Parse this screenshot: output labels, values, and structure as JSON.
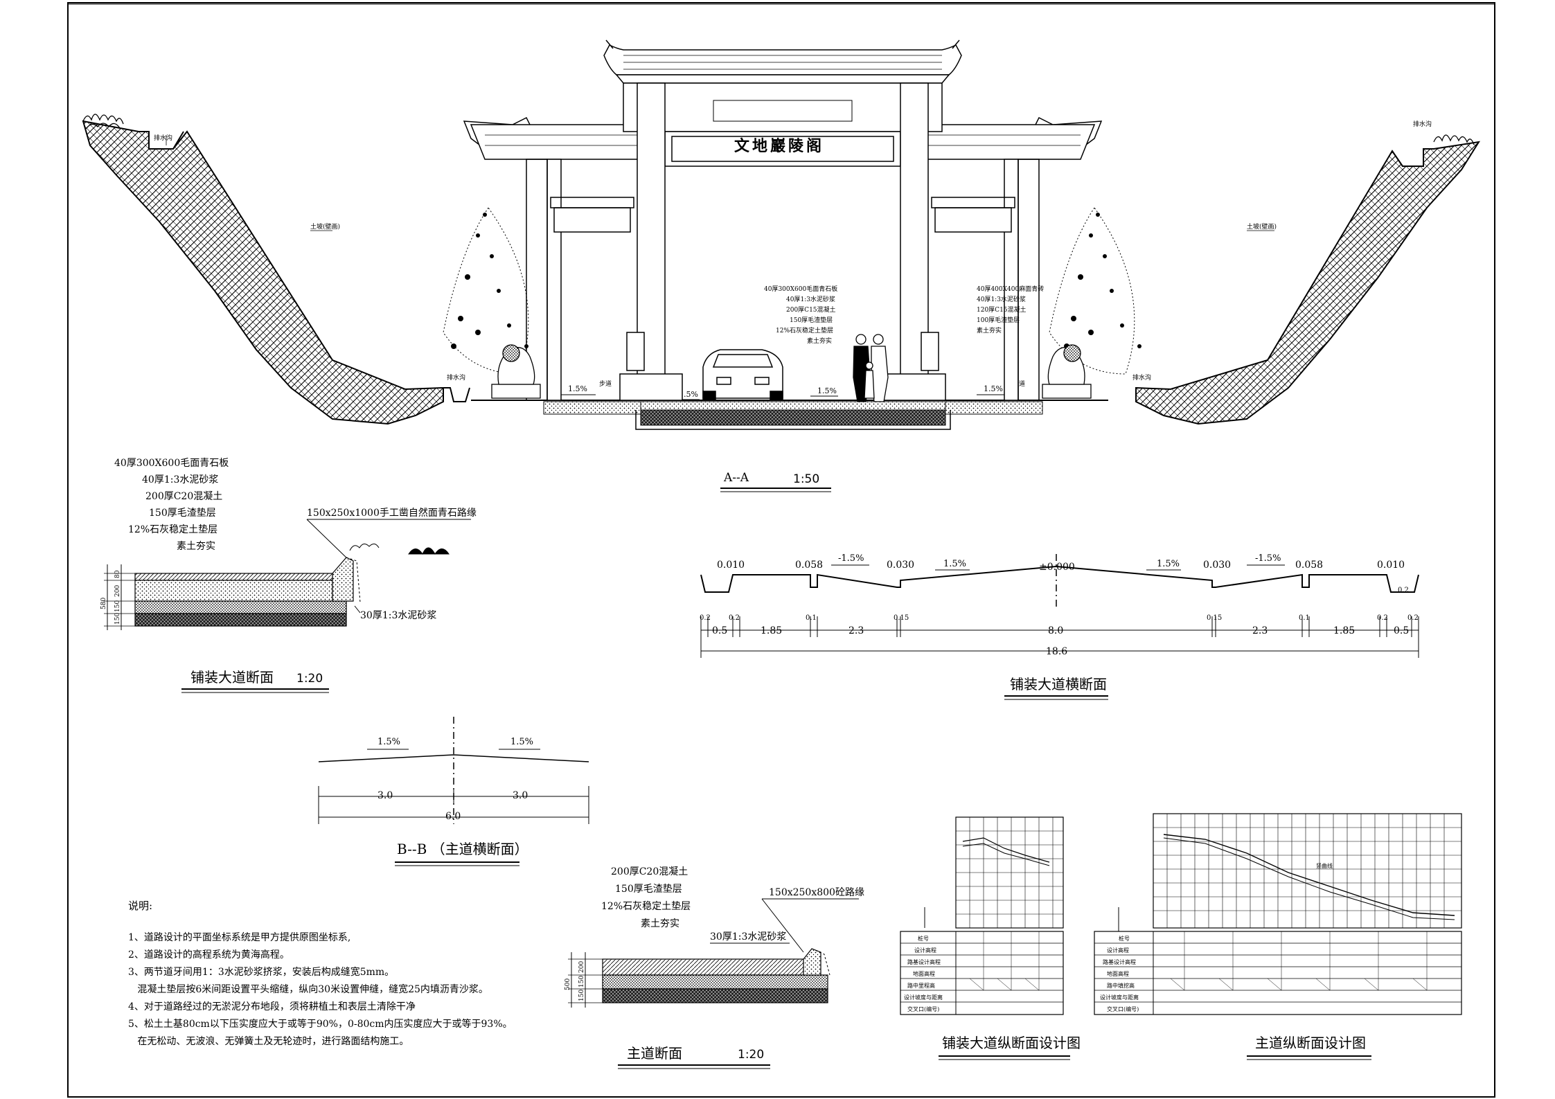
{
  "section_aa": {
    "title": "A--A",
    "scale": "1:50",
    "drain_left": "排水沟",
    "drain_right": "排水沟",
    "slope_left": "土坡(壁画)",
    "slope_right": "土坡(壁画)",
    "drain_bottom_left": "排水沟",
    "drain_bottom_right": "排水沟",
    "sidewalk_left": "步道",
    "sidewalk_right": "步道",
    "gate_plaque": "文地巖陵阁",
    "slopes": [
      "1.5%",
      "1.5%",
      "1.5%",
      "1.5%"
    ],
    "layers_left": [
      "40厚300X600毛面青石板",
      "40厚1:3水泥砂浆",
      "200厚C15混凝土",
      "150厚毛渣垫层",
      "12%石灰稳定土垫层",
      "素土夯实"
    ],
    "layers_right": [
      "40厚400X400麻面青砖",
      "40厚1:3水泥砂浆",
      "120厚C15混凝土",
      "100厚毛渣垫层",
      "素土夯实"
    ]
  },
  "paving_section": {
    "title": "铺装大道断面",
    "scale": "1:20",
    "layers": [
      "40厚300X600毛面青石板",
      "40厚1:3水泥砂浆",
      "200厚C20混凝土",
      "150厚毛渣垫层",
      "12%石灰稳定土垫层",
      "素土夯实"
    ],
    "curb": "150x250x1000手工凿自然面青石路缘",
    "mortar": "30厚1:3水泥砂浆",
    "dims": [
      "80",
      "200",
      "150",
      "150",
      "580"
    ]
  },
  "paving_cross": {
    "title": "铺装大道横断面",
    "elevations": [
      "0.010",
      "0.058",
      "0.030",
      "±0.000",
      "0.030",
      "0.058",
      "0.010"
    ],
    "slopes": [
      "-1.5%",
      "1.5%",
      "1.5%",
      "-1.5%"
    ],
    "offsets": [
      "0.2",
      "0.2",
      "0.1",
      "0.15",
      "0.15",
      "0.1",
      "0.2",
      "0.2"
    ],
    "spans": [
      "0.5",
      "1.85",
      "2.3",
      "8.0",
      "2.3",
      "1.85",
      "0.5"
    ],
    "total": "18.6",
    "edge_right": "0.2"
  },
  "bb": {
    "title": "B--B （主道横断面）",
    "slope_left": "1.5%",
    "slope_right": "1.5%",
    "half_left": "3.0",
    "half_right": "3.0",
    "total": "6.0"
  },
  "notes": {
    "heading": "说明:",
    "lines": [
      "1、道路设计的平面坐标系统是甲方提供原图坐标系,",
      "2、道路设计的高程系统为黄海高程。",
      "3、两节道牙间用1：3水泥砂浆挤浆，安装后构成缝宽5mm。",
      "   混凝土垫层按6米间距设置平头缩缝，纵向30米设置伸缝，缝宽25内填沥青沙浆。",
      "4、对于道路经过的无淤泥分布地段，须将耕植土和表层土清除干净",
      "5、松土土基80cm以下压实度应大于或等于90%，0-80cm内压实度应大于或等于93%。",
      "   在无松动、无波浪、无弹簧土及无轮迹时，进行路面结构施工。"
    ]
  },
  "main_section": {
    "title": "主道断面",
    "scale": "1:20",
    "layers": [
      "200厚C20混凝土",
      "150厚毛渣垫层",
      "12%石灰稳定土垫层",
      "素土夯实"
    ],
    "curb": "150x250x800砼路缘",
    "mortar": "30厚1:3水泥砂浆",
    "dims": [
      "200",
      "150",
      "150",
      "500"
    ]
  },
  "profile_paving": {
    "title": "铺装大道纵断面设计图",
    "rows": [
      "桩号",
      "设计高程",
      "路基设计高程",
      "地面高程",
      "路中里程高",
      "设计坡度与距离",
      "交叉口(编号)"
    ]
  },
  "profile_main": {
    "title": "主道纵断面设计图",
    "rows": [
      "桩号",
      "设计高程",
      "路基设计高程",
      "地面高程",
      "路中填挖高",
      "设计坡度与距离",
      "交叉口(编号)"
    ],
    "label": "竖曲线"
  }
}
